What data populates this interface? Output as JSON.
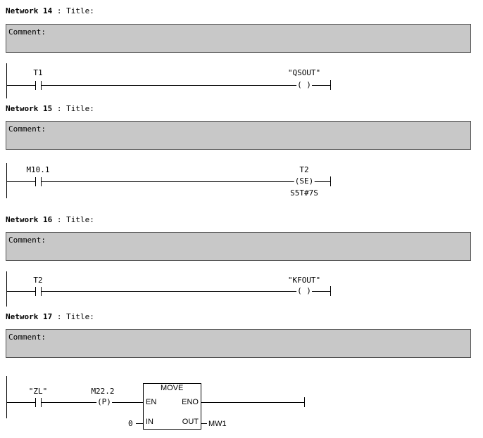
{
  "networks": [
    {
      "label": "Network 14",
      "sep": ":",
      "title": "Title:",
      "comment": "Comment:",
      "contact": "T1",
      "coil_name": "\"QSOUT\"",
      "coil": "( )"
    },
    {
      "label": "Network 15",
      "sep": ":",
      "title": "Title:",
      "comment": "Comment:",
      "contact": "M10.1",
      "coil_name": "T2",
      "coil": "(SE)",
      "coil_param": "S5T#7S"
    },
    {
      "label": "Network 16",
      "sep": ":",
      "title": "Title:",
      "comment": "Comment:",
      "contact": "T2",
      "coil_name": "\"KFOUT\"",
      "coil": "( )"
    },
    {
      "label": "Network 17",
      "sep": ":",
      "title": "Title:",
      "comment": "Comment:",
      "contact": "\"ZL\"",
      "edge_name": "M22.2",
      "edge": "(P)",
      "block": {
        "name": "MOVE",
        "en": "EN",
        "eno": "ENO",
        "in": "IN",
        "out": "OUT",
        "in_value": "0",
        "out_value": "MW1"
      }
    }
  ]
}
